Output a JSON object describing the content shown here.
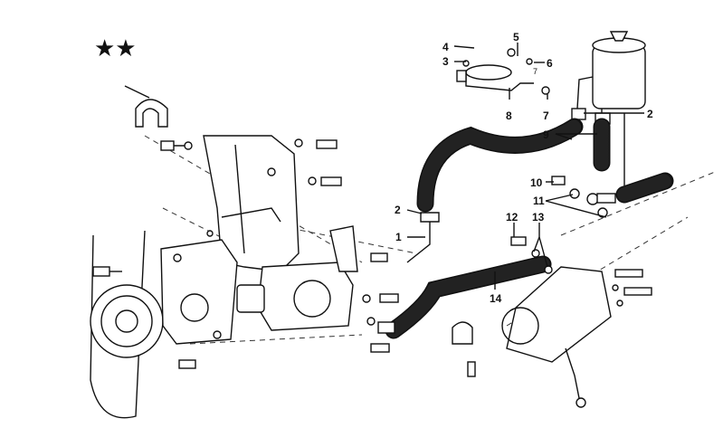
{
  "diagram": {
    "marker": "★★",
    "callouts": {
      "c1": "1",
      "c2a": "2",
      "c2b": "2",
      "c3": "3",
      "c4": "4",
      "c5": "5",
      "c6": "6",
      "c7a": "7",
      "c7b": "7",
      "c8": "8",
      "c9": "9",
      "c10": "10",
      "c11": "11",
      "c12": "12",
      "c13": "13",
      "c14": "14"
    }
  }
}
